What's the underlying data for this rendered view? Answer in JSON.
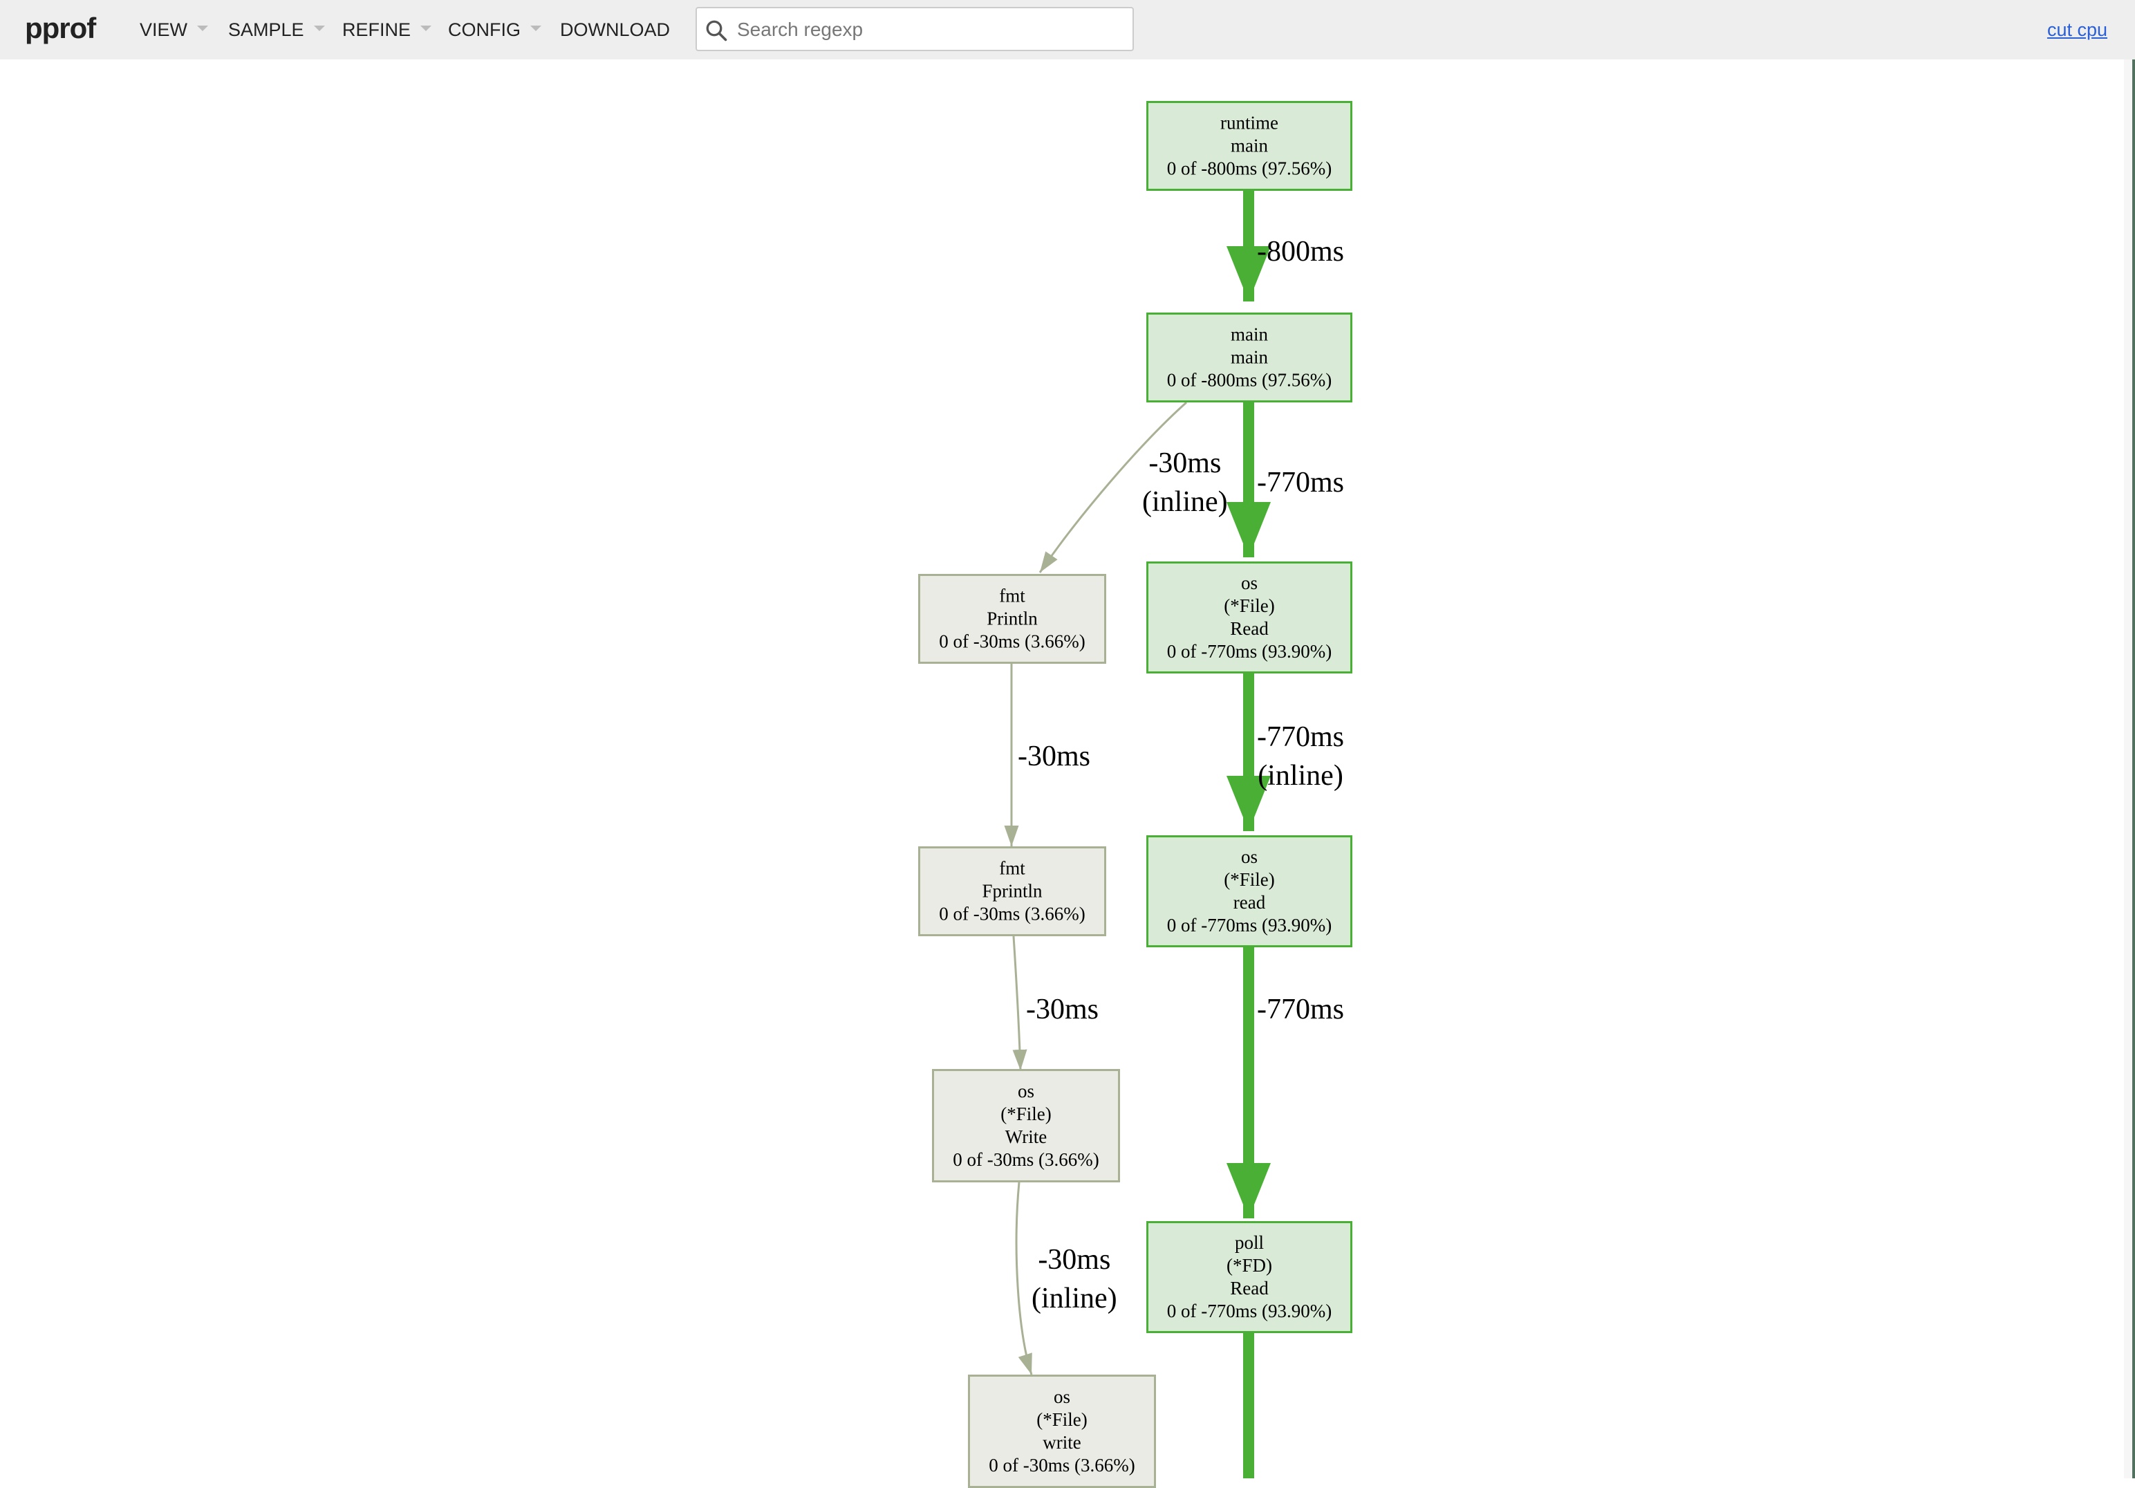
{
  "header": {
    "logo": "pprof",
    "menus": [
      {
        "label": "VIEW"
      },
      {
        "label": "SAMPLE"
      },
      {
        "label": "REFINE"
      },
      {
        "label": "CONFIG"
      },
      {
        "label": "DOWNLOAD"
      }
    ],
    "search": {
      "placeholder": "Search regexp",
      "value": ""
    },
    "cut_link": "cut cpu"
  },
  "colors": {
    "hot_fill": "#d9ebd6",
    "hot_border": "#4ab035",
    "hot_edge": "#4ab035",
    "cold_fill": "#ebebe6",
    "cold_border": "#a9b195",
    "cold_edge": "#a9b195"
  },
  "graph": {
    "nodes": [
      {
        "id": "runtime-main",
        "line1": "runtime",
        "line2": "main",
        "line3": "",
        "stat": "0 of -800ms (97.56%)"
      },
      {
        "id": "main-main",
        "line1": "main",
        "line2": "main",
        "line3": "",
        "stat": "0 of -800ms (97.56%)"
      },
      {
        "id": "os-file-read-upper",
        "line1": "os",
        "line2": "(*File)",
        "line3": "Read",
        "stat": "0 of -770ms (93.90%)"
      },
      {
        "id": "os-file-read-lower",
        "line1": "os",
        "line2": "(*File)",
        "line3": "read",
        "stat": "0 of -770ms (93.90%)"
      },
      {
        "id": "poll-fd-read",
        "line1": "poll",
        "line2": "(*FD)",
        "line3": "Read",
        "stat": "0 of -770ms (93.90%)"
      },
      {
        "id": "fmt-println",
        "line1": "fmt",
        "line2": "Println",
        "line3": "",
        "stat": "0 of -30ms (3.66%)"
      },
      {
        "id": "fmt-fprintln",
        "line1": "fmt",
        "line2": "Fprintln",
        "line3": "",
        "stat": "0 of -30ms (3.66%)"
      },
      {
        "id": "os-file-write-upper",
        "line1": "os",
        "line2": "(*File)",
        "line3": "Write",
        "stat": "0 of -30ms (3.66%)"
      },
      {
        "id": "os-file-write-lower",
        "line1": "os",
        "line2": "(*File)",
        "line3": "write",
        "stat": "0 of -30ms (3.66%)"
      }
    ],
    "edges": [
      {
        "from": "runtime-main",
        "to": "main-main",
        "value": "-800ms",
        "note": ""
      },
      {
        "from": "main-main",
        "to": "os-file-read-upper",
        "value": "-770ms",
        "note": ""
      },
      {
        "from": "main-main",
        "to": "fmt-println",
        "value": "-30ms",
        "note": "(inline)"
      },
      {
        "from": "os-file-read-upper",
        "to": "os-file-read-lower",
        "value": "-770ms",
        "note": "(inline)"
      },
      {
        "from": "os-file-read-lower",
        "to": "poll-fd-read",
        "value": "-770ms",
        "note": ""
      },
      {
        "from": "fmt-println",
        "to": "fmt-fprintln",
        "value": "-30ms",
        "note": ""
      },
      {
        "from": "fmt-fprintln",
        "to": "os-file-write-upper",
        "value": "-30ms",
        "note": ""
      },
      {
        "from": "os-file-write-upper",
        "to": "os-file-write-lower",
        "value": "-30ms",
        "note": "(inline)"
      }
    ]
  }
}
